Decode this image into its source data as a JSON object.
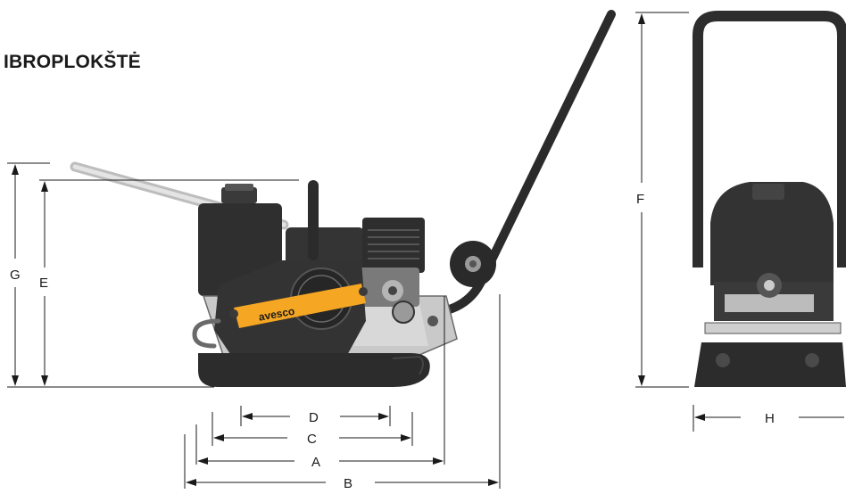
{
  "title": "IBROPLOKŠTĖ",
  "brand": {
    "name": "avesco",
    "plate_color": "#f5a623",
    "body_color": "#2e2e2e"
  },
  "dimension_labels": {
    "A": "A",
    "B": "B",
    "C": "C",
    "D": "D",
    "E": "E",
    "F": "F",
    "G": "G",
    "H": "H"
  }
}
